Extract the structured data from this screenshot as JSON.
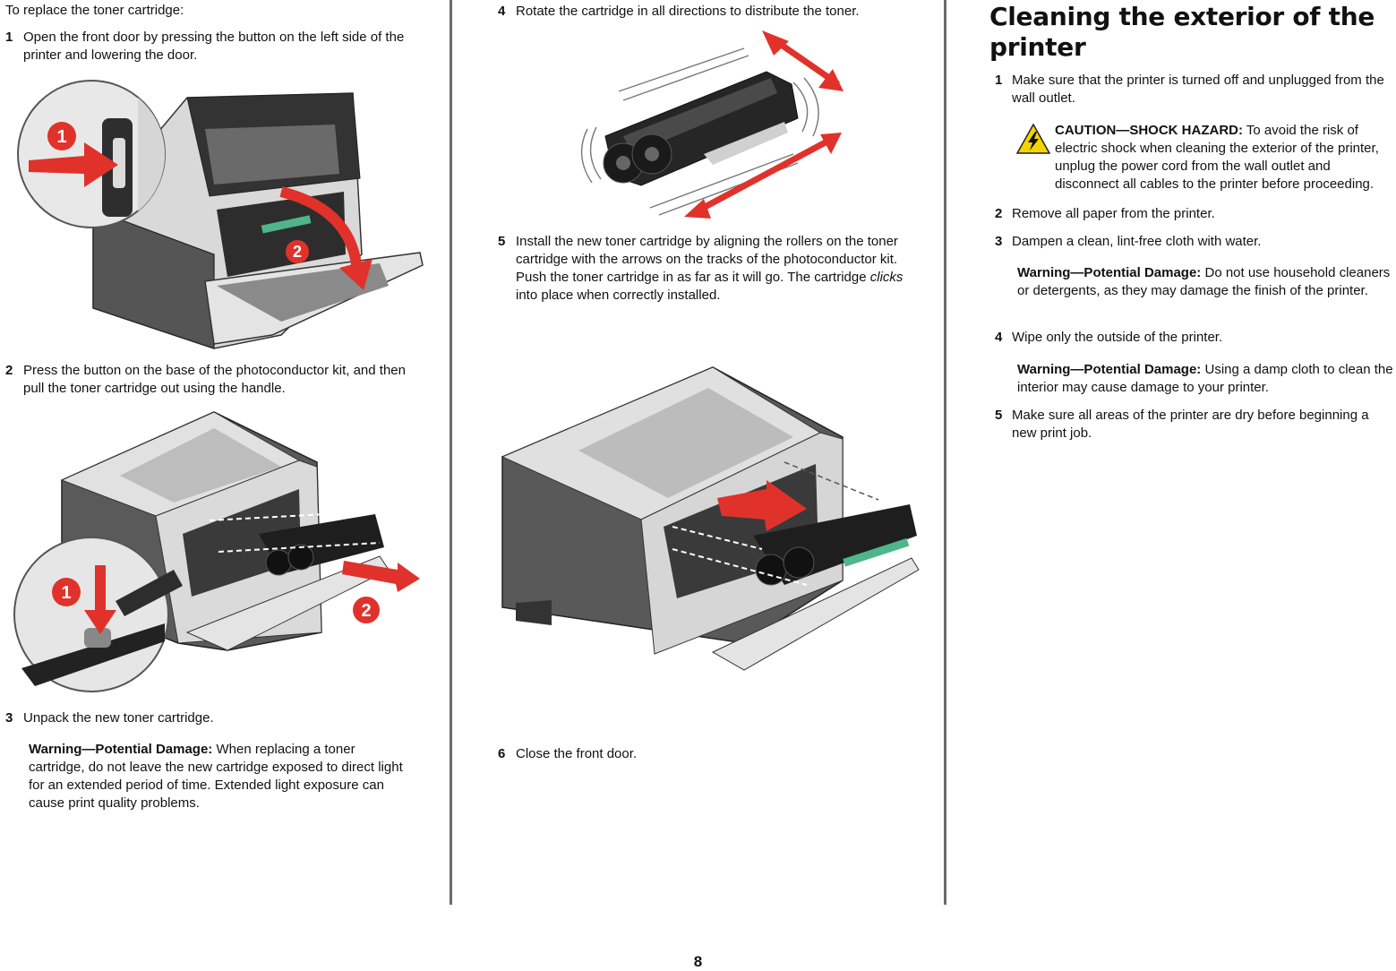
{
  "page_number": "8",
  "col1": {
    "intro": "To replace the toner cartridge:",
    "steps": [
      {
        "num": "1",
        "text": "Open the front door by pressing the button on the left side of the printer and lowering the door."
      },
      {
        "num": "2",
        "text": "Press the button on the base of the photoconductor kit, and then pull the toner cartridge out using the handle."
      },
      {
        "num": "3",
        "text": "Unpack the new toner cartridge."
      }
    ],
    "warning": {
      "label": "Warning—Potential Damage:",
      "text": " When replacing a toner cartridge, do not leave the new cartridge exposed to direct light for an extended period of time. Extended light exposure can cause print quality problems."
    },
    "fig1_callouts": [
      "1",
      "2"
    ],
    "fig2_callouts": [
      "1",
      "2"
    ]
  },
  "col2": {
    "steps": [
      {
        "num": "4",
        "text": "Rotate the cartridge in all directions to distribute the toner."
      },
      {
        "num": "5",
        "text_before": "Install the new toner cartridge by aligning the rollers on the toner cartridge with the arrows on the tracks of the photoconductor kit. Push the toner cartridge in as far as it will go. The cartridge ",
        "text_em": "clicks",
        "text_after": " into place when correctly installed."
      },
      {
        "num": "6",
        "text": "Close the front door."
      }
    ]
  },
  "col3": {
    "title": "Cleaning the exterior of the printer",
    "steps": [
      {
        "num": "1",
        "text": "Make sure that the printer is turned off and unplugged from the wall outlet."
      },
      {
        "num": "2",
        "text": "Remove all paper from the printer."
      },
      {
        "num": "3",
        "text": "Dampen a clean, lint-free cloth with water."
      },
      {
        "num": "4",
        "text": "Wipe only the outside of the printer."
      },
      {
        "num": "5",
        "text": "Make sure all areas of the printer are dry before beginning a new print job."
      }
    ],
    "caution": {
      "label": "CAUTION—SHOCK HAZARD:",
      "text": " To avoid the risk of electric shock when cleaning the exterior of the printer, unplug the power cord from the wall outlet and disconnect all cables to the printer before proceeding."
    },
    "warnings": [
      {
        "label": "Warning—Potential Damage:",
        "text": " Do not use household cleaners or detergents, as they may damage the finish of the printer."
      },
      {
        "label": "Warning—Potential Damage:",
        "text": " Using a damp cloth to clean the interior may cause damage to your printer."
      }
    ]
  },
  "colors": {
    "rule": "#6b6b6b",
    "callout_red": "#e0322b",
    "printer_dark": "#4a4a4a",
    "printer_light": "#d6d6d6",
    "toner_green": "#4fb58a",
    "warning_yellow": "#f3d400"
  },
  "icons": [
    "warning-triangle-icon"
  ]
}
